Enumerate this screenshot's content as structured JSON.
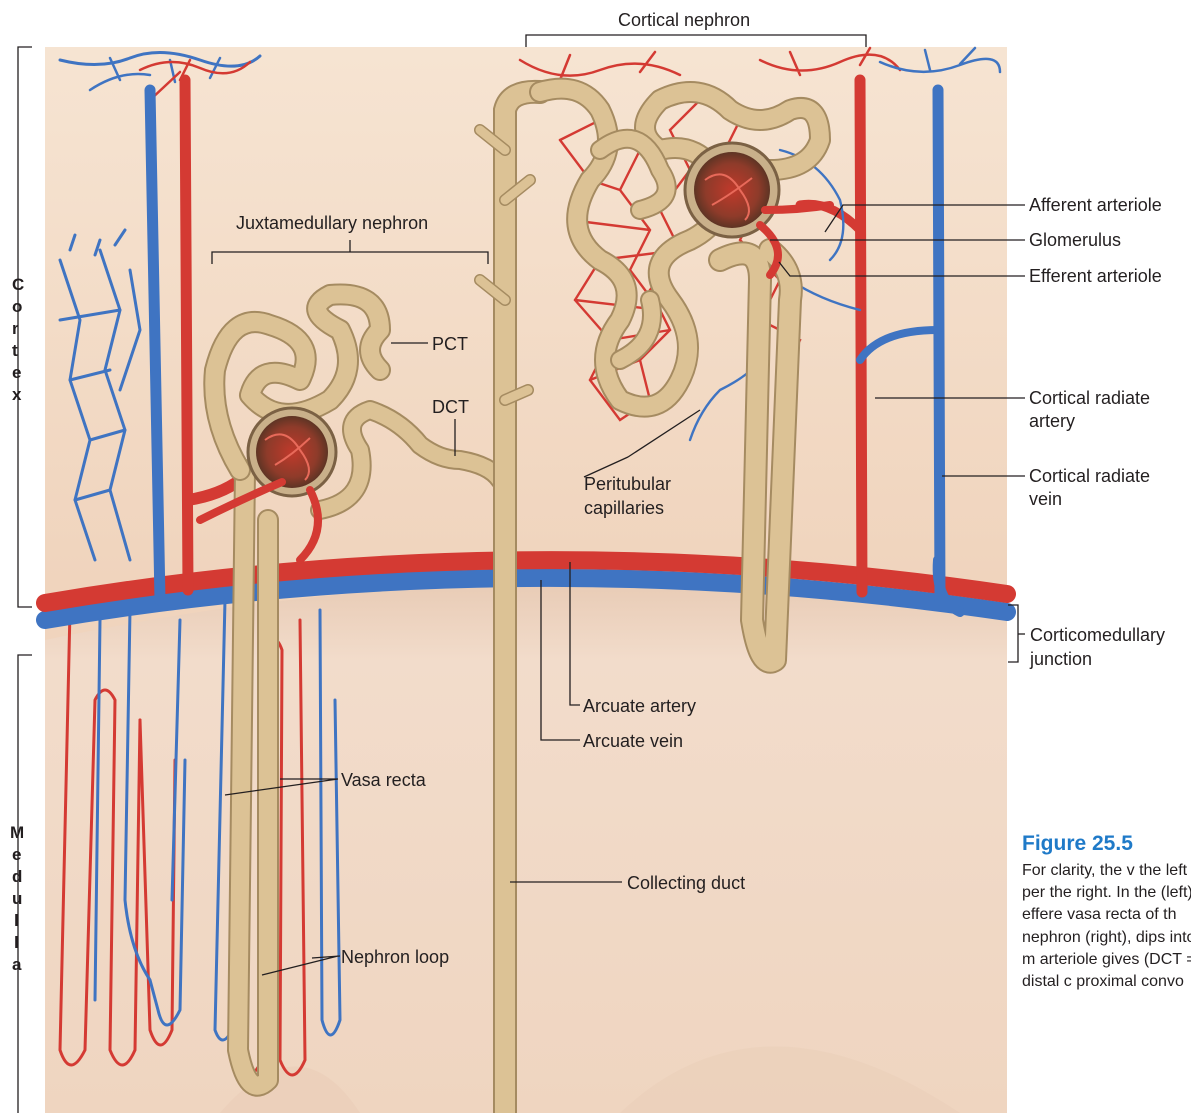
{
  "labels": {
    "cortical_nephron": "Cortical nephron",
    "juxtamedullary_nephron": "Juxtamedullary nephron",
    "afferent_arteriole": "Afferent arteriole",
    "glomerulus": "Glomerulus",
    "efferent_arteriole": "Efferent arteriole",
    "pct": "PCT",
    "dct": "DCT",
    "cortical_radiate_artery": [
      "Cortical radiate",
      "artery"
    ],
    "cortical_radiate_vein": [
      "Cortical radiate",
      "vein"
    ],
    "peritubular_capillaries": [
      "Peritubular",
      "capillaries"
    ],
    "corticomedullary_junction": [
      "Corticomedullary",
      "junction"
    ],
    "arcuate_artery": "Arcuate artery",
    "arcuate_vein": "Arcuate vein",
    "vasa_recta": "Vasa recta",
    "collecting_duct": "Collecting duct",
    "nephron_loop": "Nephron loop"
  },
  "zones": {
    "cortex": [
      "C",
      "o",
      "r",
      "t",
      "e",
      "x"
    ],
    "medulla": [
      "M",
      "e",
      "d",
      "u",
      "l",
      "l",
      "a"
    ]
  },
  "caption": {
    "figure_number": "Figure 25.5",
    "text": "For clarity, the v the left and per the right. In the (left), the effere vasa recta of th nephron (right), dips into the m arteriole gives (DCT = distal c proximal convo"
  },
  "colors": {
    "artery": "#d43a33",
    "vein": "#3f74c2",
    "tubule": "#dcc295",
    "tubule_outline": "#a58b61",
    "cortex_bg": "#f3dcc8",
    "medulla_bg": "#ecd2bd",
    "caption_heading": "#1f7ac8"
  }
}
